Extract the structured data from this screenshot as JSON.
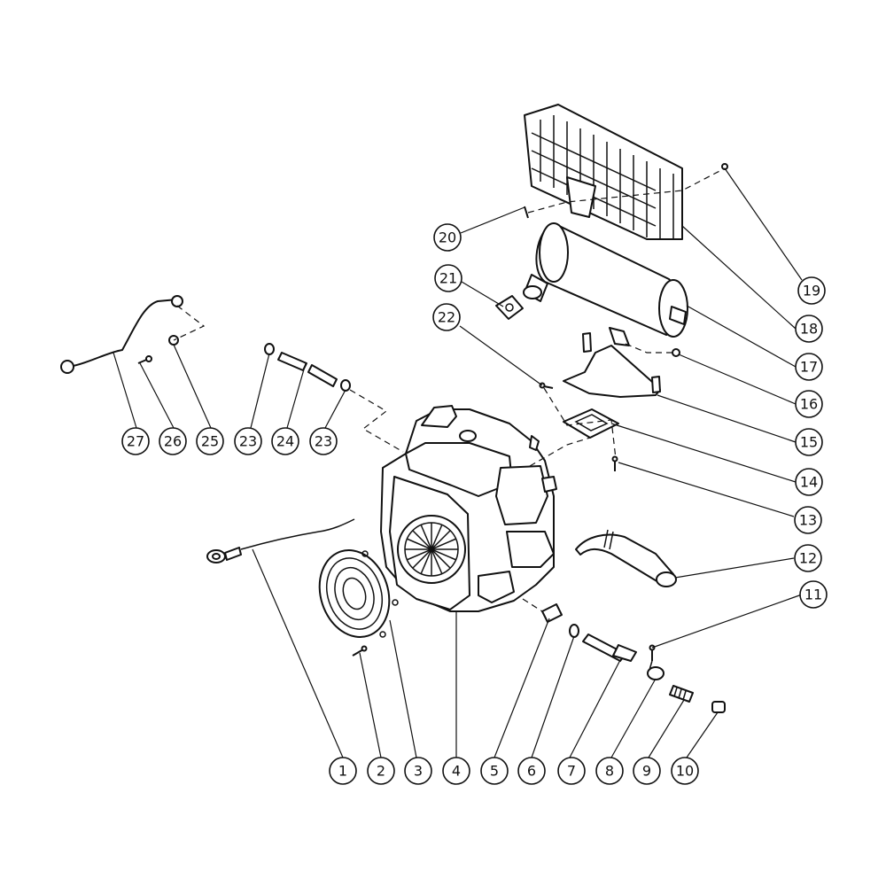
{
  "callouts": [
    {
      "id": "c1",
      "label": "1"
    },
    {
      "id": "c2",
      "label": "2"
    },
    {
      "id": "c3",
      "label": "3"
    },
    {
      "id": "c4",
      "label": "4"
    },
    {
      "id": "c5",
      "label": "5"
    },
    {
      "id": "c6",
      "label": "6"
    },
    {
      "id": "c7",
      "label": "7"
    },
    {
      "id": "c8",
      "label": "8"
    },
    {
      "id": "c9",
      "label": "9"
    },
    {
      "id": "c10",
      "label": "10"
    },
    {
      "id": "c11",
      "label": "11"
    },
    {
      "id": "c12",
      "label": "12"
    },
    {
      "id": "c13",
      "label": "13"
    },
    {
      "id": "c14",
      "label": "14"
    },
    {
      "id": "c15",
      "label": "15"
    },
    {
      "id": "c16",
      "label": "16"
    },
    {
      "id": "c17",
      "label": "17"
    },
    {
      "id": "c18",
      "label": "18"
    },
    {
      "id": "c19",
      "label": "19"
    },
    {
      "id": "c20",
      "label": "20"
    },
    {
      "id": "c21",
      "label": "21"
    },
    {
      "id": "c22",
      "label": "22"
    },
    {
      "id": "c23a",
      "label": "23"
    },
    {
      "id": "c23b",
      "label": "23"
    },
    {
      "id": "c24",
      "label": "24"
    },
    {
      "id": "c25",
      "label": "25"
    },
    {
      "id": "c26",
      "label": "26"
    },
    {
      "id": "c27",
      "label": "27"
    }
  ]
}
